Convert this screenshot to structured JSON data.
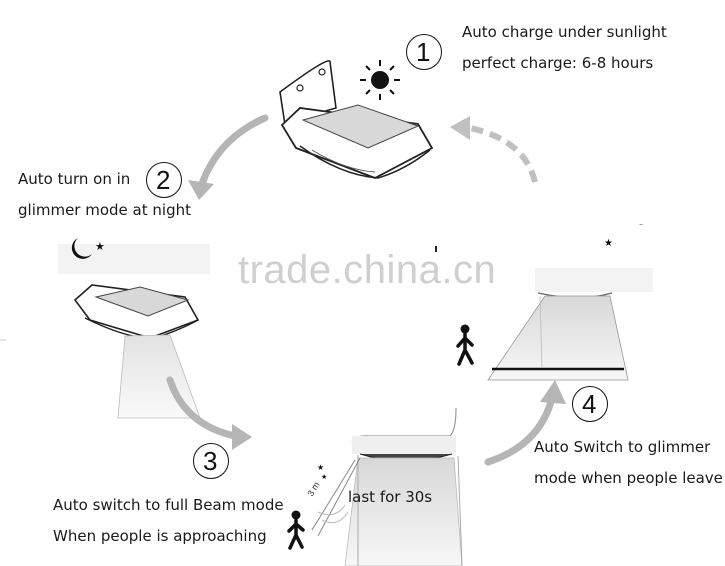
{
  "steps": [
    {
      "number": "1",
      "line1": "Auto charge under sunlight",
      "line2": "perfect charge: 6-8 hours"
    },
    {
      "number": "2",
      "line1": "Auto turn on in",
      "line2": "glimmer mode at night"
    },
    {
      "number": "3",
      "line1": "Auto switch to full Beam mode",
      "line2": "When people is approaching"
    },
    {
      "number": "4",
      "line1": "Auto Switch to glimmer",
      "line2": "mode when people leave"
    }
  ],
  "beam_label": "last for 30s",
  "distance_label": "3 m",
  "watermark": "trade.china.cn",
  "icons": [
    "sun-icon",
    "moon-icon",
    "star-icon",
    "person-icon",
    "arrow-icon"
  ],
  "colors": {
    "line": "#222222",
    "arrow": "#b5b5b5",
    "beam": "#f1f1f1",
    "watermark": "#cfcfcf"
  }
}
